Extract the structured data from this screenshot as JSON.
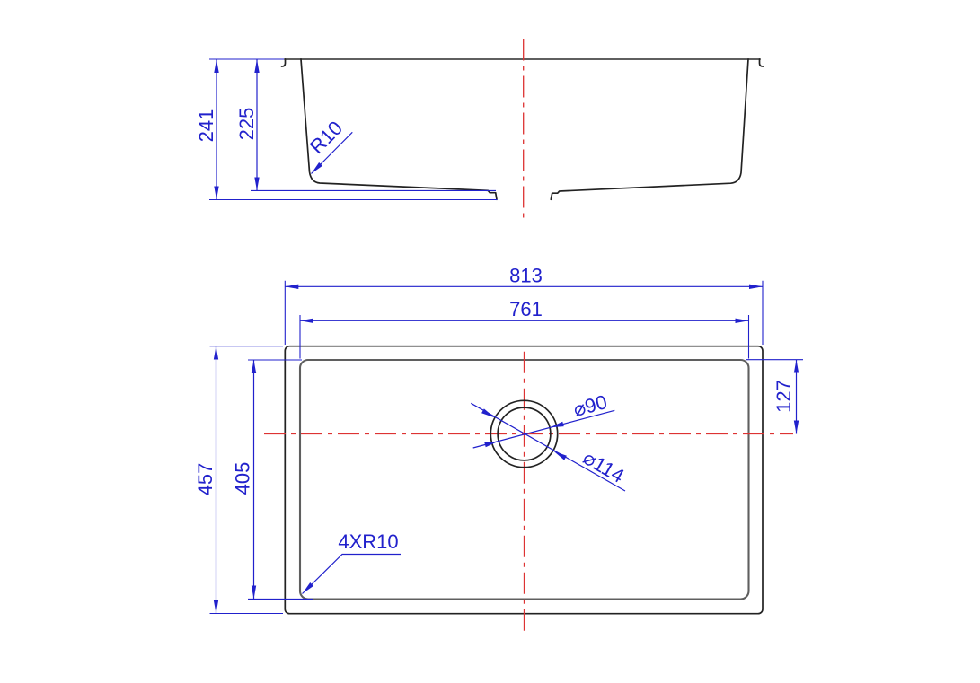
{
  "colors": {
    "dimension": "#2121cc",
    "centerline": "#dd3333",
    "geometry": "#222222",
    "geometry_soft": "#5f5f5f",
    "background": "#ffffff"
  },
  "section_view": {
    "labels": {
      "overall_depth": "241",
      "bowl_depth": "225",
      "bottom_radius": "R10"
    }
  },
  "plan_view": {
    "labels": {
      "overall_width": "813",
      "bowl_width": "761",
      "overall_length": "457",
      "bowl_length": "405",
      "drain_offset": "127",
      "drain_hole_dia": "⌀90",
      "drain_flange_dia": "⌀114",
      "corner_radius_note": "4XR10"
    }
  }
}
